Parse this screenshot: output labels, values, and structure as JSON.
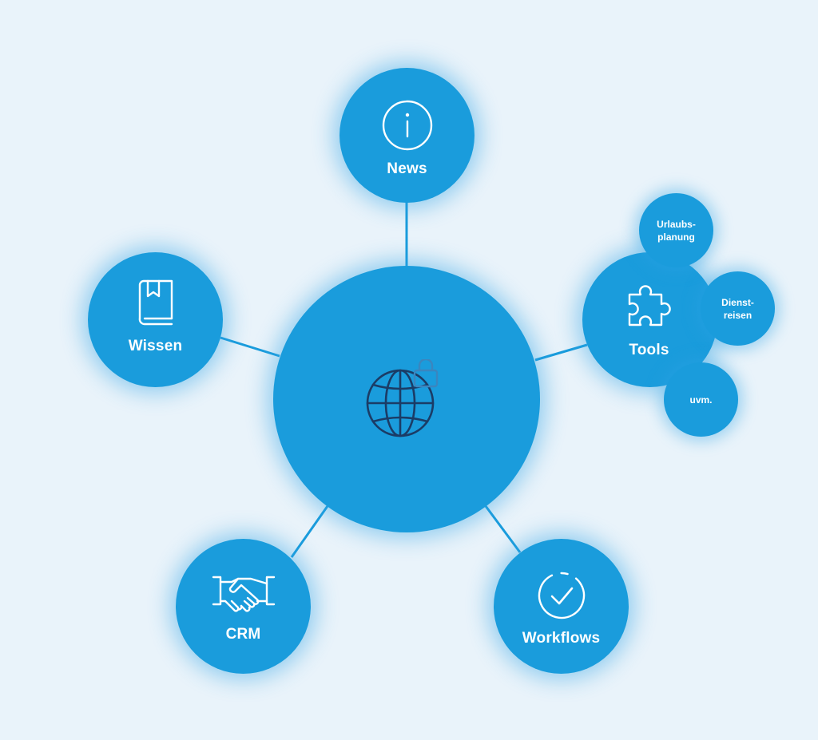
{
  "colors": {
    "background": "#e9f3fa",
    "node_fill": "#1a9cdc",
    "connector": "#1a9cdc",
    "hub_icon": "#1b3c66",
    "label": "#ffffff"
  },
  "hub": {
    "icon": "globe-with-lock-icon"
  },
  "nodes": {
    "news": {
      "label": "News",
      "icon": "info-icon"
    },
    "wissen": {
      "label": "Wissen",
      "icon": "book-icon"
    },
    "tools": {
      "label": "Tools",
      "icon": "puzzle-icon"
    },
    "crm": {
      "label": "CRM",
      "icon": "handshake-icon"
    },
    "workflows": {
      "label": "Workflows",
      "icon": "check-circle-icon"
    }
  },
  "tool_subnodes": [
    {
      "label": "Urlaubs-\nplanung"
    },
    {
      "label": "Dienst-\nreisen"
    },
    {
      "label": "uvm."
    }
  ]
}
